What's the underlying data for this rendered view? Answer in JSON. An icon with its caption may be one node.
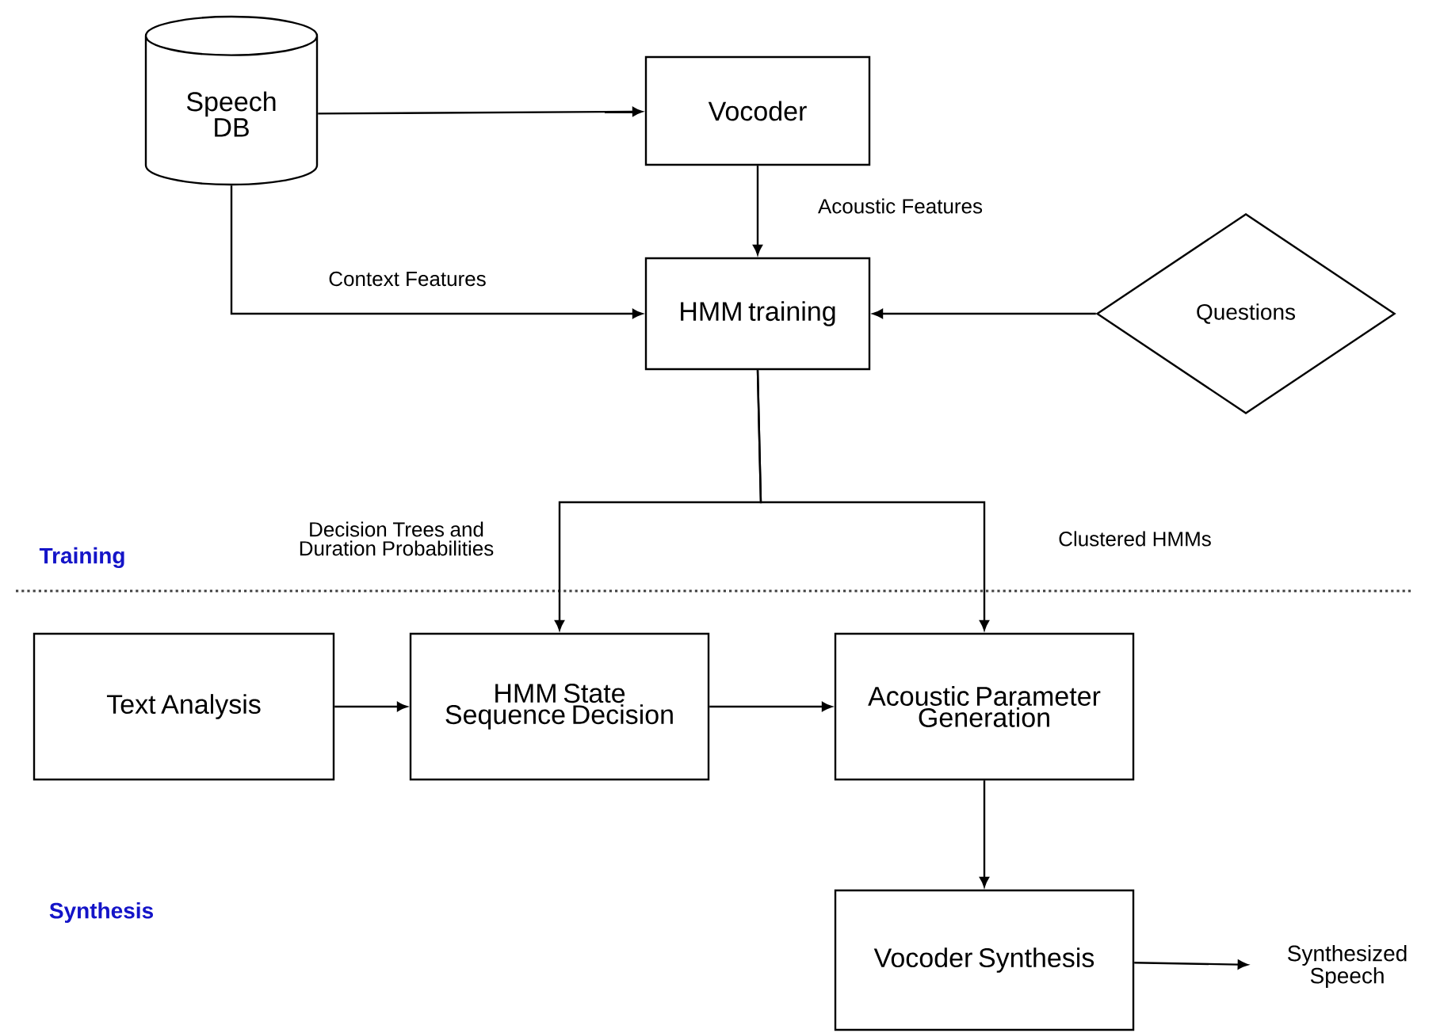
{
  "diagram": {
    "nodes": [
      {
        "text": [
          "Speech DB"
        ]
      },
      {
        "text": [
          "Vocoder"
        ]
      },
      {
        "text": [
          "HMM training"
        ]
      },
      {
        "text": [
          "Questions"
        ]
      },
      {
        "text": [
          "Text Analysis"
        ]
      },
      {
        "text": [
          "HMM State Sequence Decision"
        ]
      },
      {
        "text": [
          "Acoustic Parameter Generation"
        ]
      },
      {
        "text": [
          "Vocoder Synthesis"
        ]
      },
      {
        "text": [
          "Synthesized Speech"
        ]
      }
    ],
    "edges": [
      {
        "from": 0,
        "to": 1,
        "arrow": "to"
      },
      {
        "from": 1,
        "to": 2,
        "arrow": "to",
        "label": "Acoustic Features"
      },
      {
        "from": 0,
        "to": 2,
        "arrow": "to",
        "label": "Context Features"
      },
      {
        "from": 3,
        "to": 2,
        "arrow": "to"
      },
      {
        "from": 2,
        "to": 5,
        "arrow": "to",
        "label": "Decision Trees and Duration Probabilities"
      },
      {
        "from": 2,
        "to": 6,
        "arrow": "to",
        "label": "Clustered HMMs"
      },
      {
        "from": 4,
        "to": 5,
        "arrow": "to"
      },
      {
        "from": 5,
        "to": 6,
        "arrow": "to"
      },
      {
        "from": 6,
        "to": 7,
        "arrow": "to"
      },
      {
        "from": 7,
        "to": 8,
        "arrow": "to"
      }
    ],
    "labels": [
      "Training",
      "Synthesis"
    ]
  }
}
